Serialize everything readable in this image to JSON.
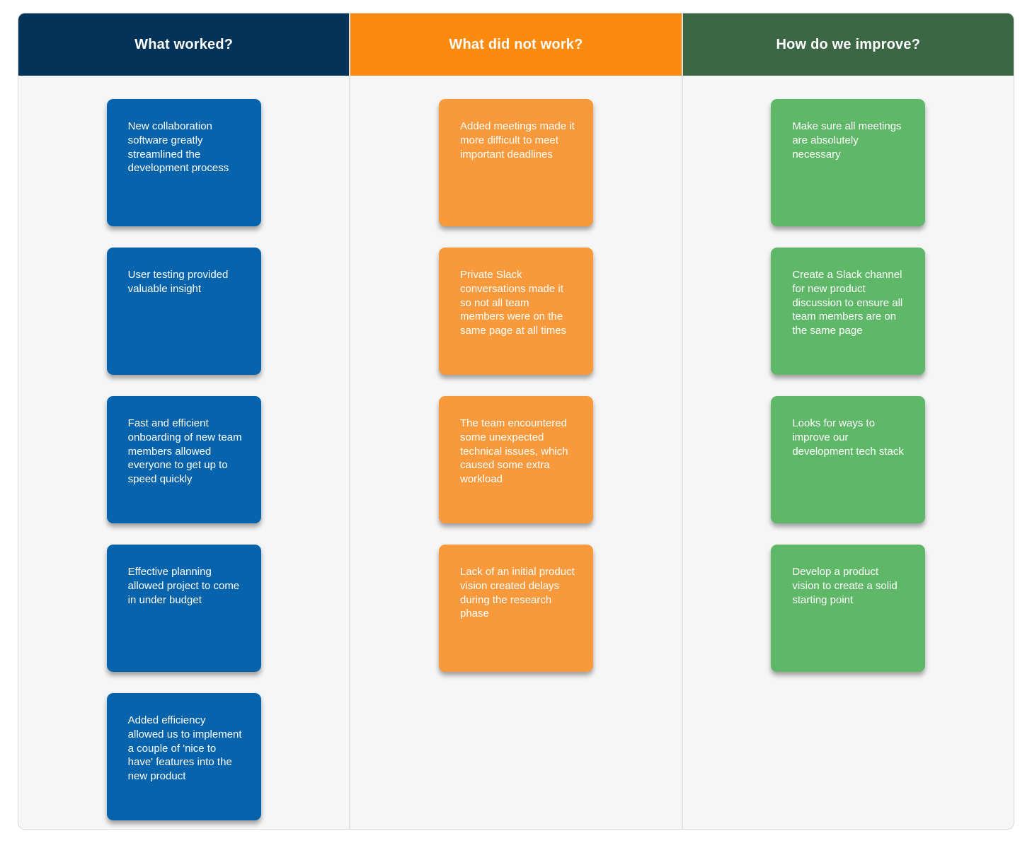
{
  "board": {
    "title": "retrospective-board",
    "background_color": "#f6f6f7",
    "divider_color": "#e2e2e2",
    "columns": [
      {
        "title": "What worked?",
        "header_color": "#04335a",
        "card_color": "#0663ac",
        "cards": [
          "New collaboration software greatly streamlined the development process",
          "User testing provided valuable insight",
          "Fast and efficient onboarding of new team members allowed everyone to get up to speed quickly",
          "Effective planning allowed project to come in under budget",
          "Added efficiency allowed us to implement a couple of 'nice to have' features into the new product"
        ]
      },
      {
        "title": "What did not work?",
        "header_color": "#fb8a0e",
        "card_color": "#f8993c",
        "cards": [
          "Added meetings made it more difficult to meet important deadlines",
          "Private Slack conversations made it so not all team members were on the same page at all times",
          "The team encountered some unexpected technical issues, which caused some extra workload",
          "Lack of an initial product vision created delays during the research phase"
        ]
      },
      {
        "title": "How do we improve?",
        "header_color": "#3c6745",
        "card_color": "#5fb868",
        "cards": [
          "Make sure all meetings are absolutely necessary",
          "Create a Slack channel for new product discussion to ensure all team members are on the same page",
          "Looks for ways to improve our development tech stack",
          "Develop a product vision to create a solid starting point"
        ]
      }
    ]
  }
}
